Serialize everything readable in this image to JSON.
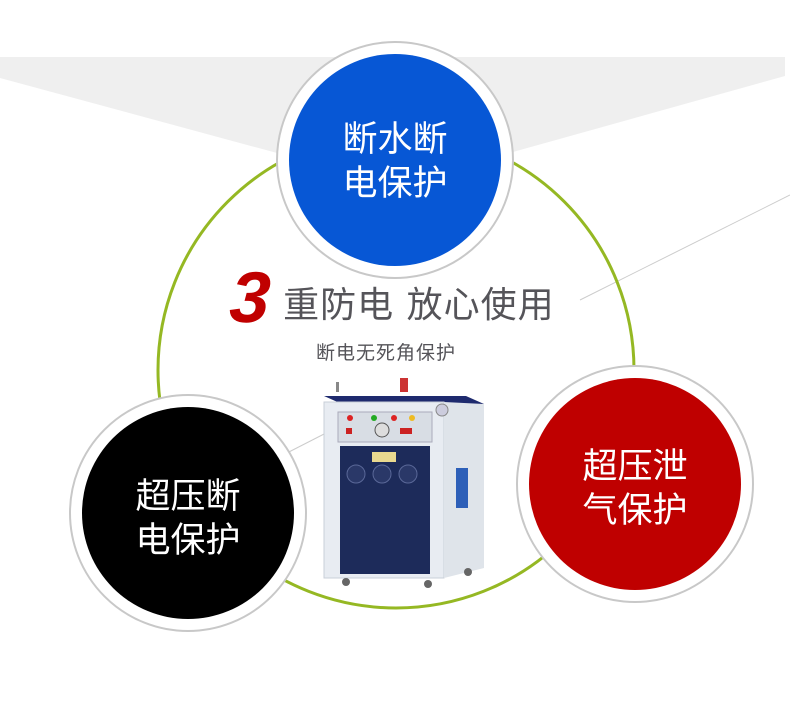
{
  "headline": {
    "number": "3",
    "title": "重防电 放心使用",
    "subtitle": "断电无死角保护"
  },
  "features": [
    {
      "id": "water-cut",
      "line1": "断水断",
      "line2": "电保护",
      "color": "#0757d5"
    },
    {
      "id": "overpressure-cut",
      "line1": "超压断",
      "line2": "电保护",
      "color": "#000000"
    },
    {
      "id": "overpressure-release",
      "line1": "超压泄",
      "line2": "气保护",
      "color": "#bf0000"
    }
  ],
  "colors": {
    "accent_number": "#c00000",
    "ring_green": "#95b823",
    "ring_gray": "#c8c8c8",
    "band_gray": "#efefef",
    "text_gray": "#555459"
  },
  "product": {
    "icon": "steam-generator-image"
  }
}
